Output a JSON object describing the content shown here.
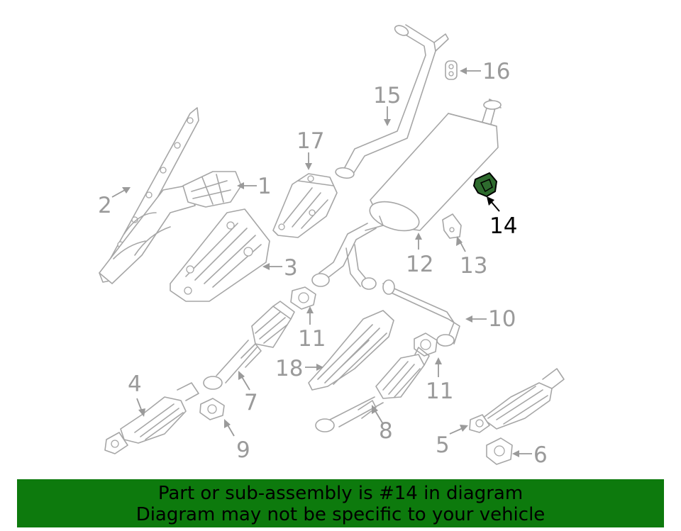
{
  "diagram": {
    "highlight_color": "#2e6b2e",
    "callouts": {
      "c1": "1",
      "c2": "2",
      "c3": "3",
      "c4": "4",
      "c5": "5",
      "c6": "6",
      "c7": "7",
      "c8": "8",
      "c9": "9",
      "c10": "10",
      "c11a": "11",
      "c11b": "11",
      "c12": "12",
      "c13": "13",
      "c14": "14",
      "c15": "15",
      "c16": "16",
      "c17": "17",
      "c18": "18"
    }
  },
  "banner": {
    "line1": "Part or sub-assembly is #14 in diagram",
    "line2": "Diagram may not be specific to your vehicle",
    "background": "#0d7a0d"
  }
}
